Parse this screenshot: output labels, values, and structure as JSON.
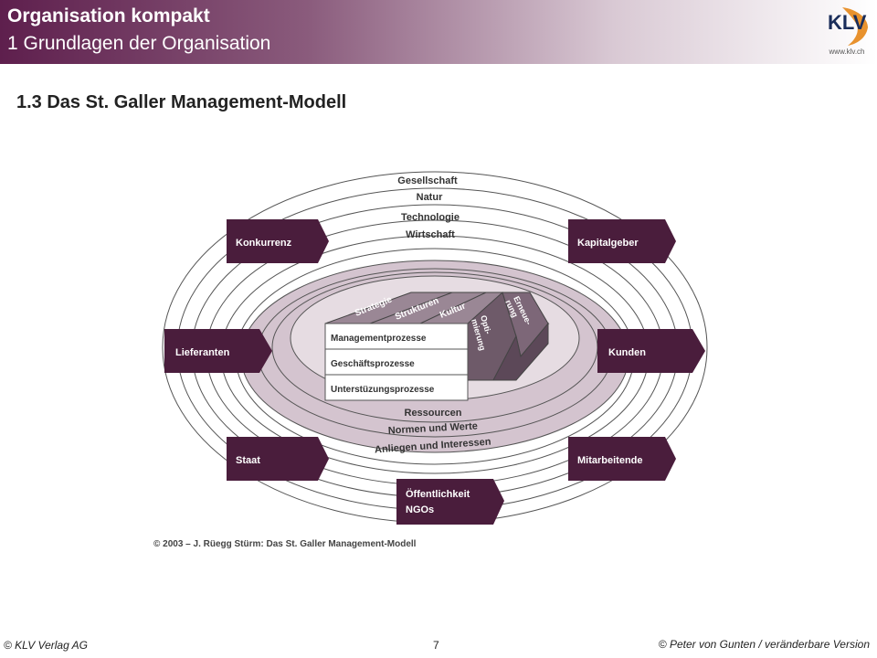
{
  "header": {
    "title": "Organisation kompakt",
    "subtitle": "1 Grundlagen der Organisation",
    "logo_text": "KLV",
    "logo_url": "www.klv.ch"
  },
  "section_title": "1.3 Das St. Galler Management-Modell",
  "diagram": {
    "rings": {
      "gesellschaft": "Gesellschaft",
      "natur": "Natur",
      "technologie": "Technologie",
      "wirtschaft": "Wirtschaft",
      "ressourcen": "Ressourcen",
      "normen": "Normen und Werte",
      "anliegen": "Anliegen und Interessen"
    },
    "stakeholders": {
      "konkurrenz": "Konkurrenz",
      "kapitalgeber": "Kapitalgeber",
      "lieferanten": "Lieferanten",
      "kunden": "Kunden",
      "staat": "Staat",
      "mitarbeitende": "Mitarbeitende",
      "oeffentlichkeit_1": "Öffentlichkeit",
      "oeffentlichkeit_2": "NGOs"
    },
    "processes": {
      "management": "Managementprozesse",
      "geschaeft": "Geschäftsprozesse",
      "unterstuetzung": "Unterstüzungsprozesse"
    },
    "top_face": {
      "strategie": "Strategie",
      "strukturen": "Strukturen",
      "kultur": "Kultur"
    },
    "side_face": {
      "opti_1": "Opti-",
      "opti_2": "mierung",
      "erneue_1": "Erneue-",
      "erneue_2": "rung"
    },
    "copyright": "© 2003 – J. Rüegg Stürm: Das St. Galler Management-Modell"
  },
  "footer": {
    "left": "© KLV Verlag AG",
    "page": "7",
    "right": "© Peter von Gunten / veränderbare Version"
  },
  "colors": {
    "header_dark": "#5e1f4d",
    "box_purple": "#4a1d3c",
    "inner_fill": "#d4c4cf",
    "cube_side": "#6e5a69",
    "logo_orange": "#e8922e"
  }
}
